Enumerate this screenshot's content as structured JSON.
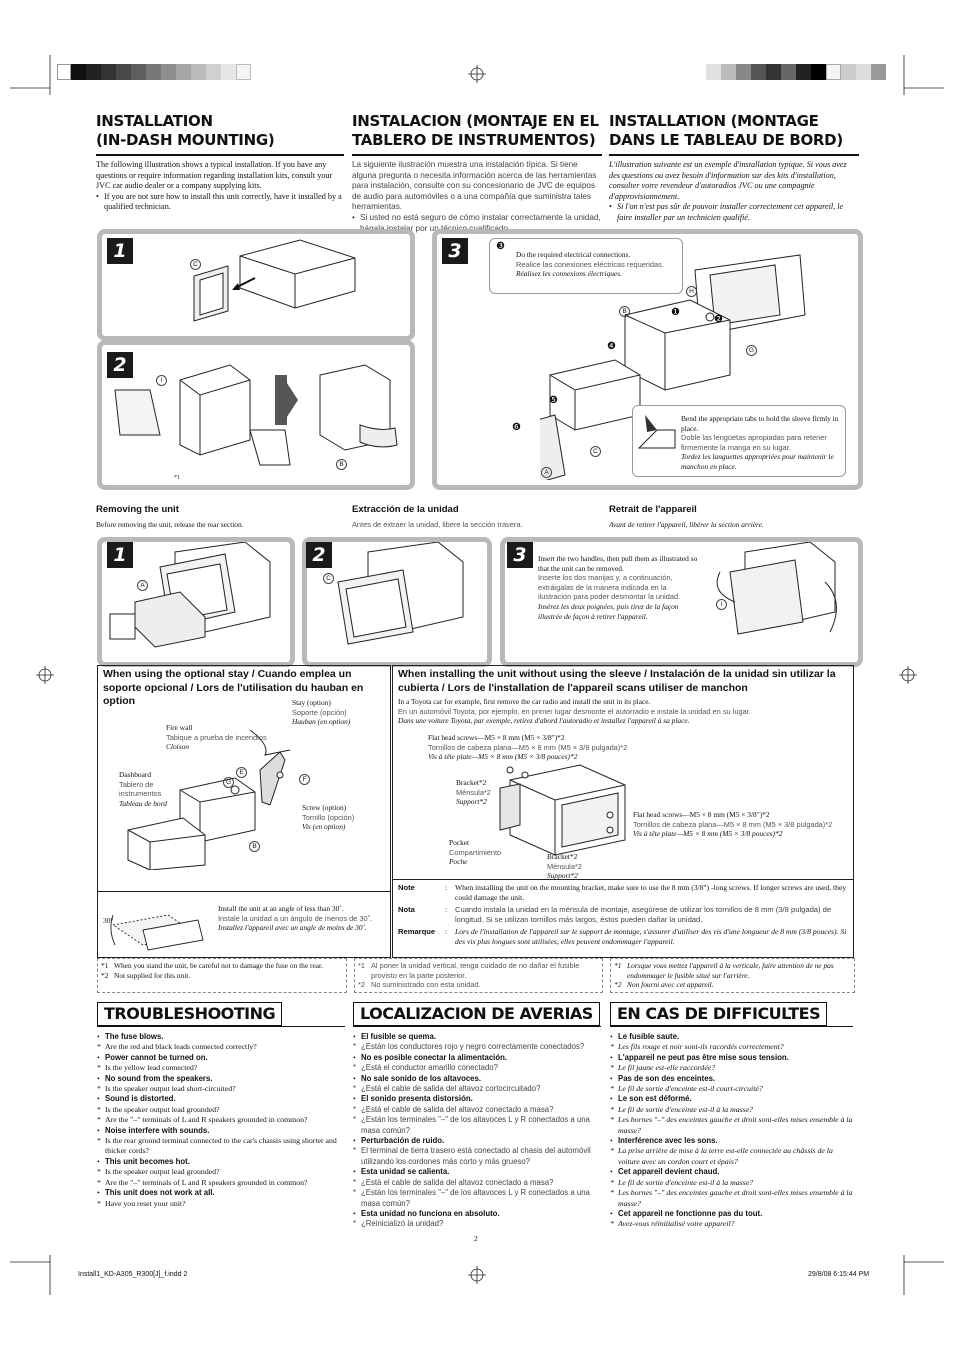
{
  "header": {
    "col1": "INSTALLATION\n(IN-DASH MOUNTING)",
    "col2": "INSTALACION (MONTAJE EN EL\nTABLERO DE INSTRUMENTOS)",
    "col3": "INSTALLATION (MONTAGE\nDANS LE TABLEAU DE BORD)"
  },
  "intro": {
    "en": "The following illustration shows a typical installation. If you have any questions or require information regarding installation kits, consult your JVC car audio dealer or a company supplying kits.",
    "en_b": "If you are not sure how to install this unit correctly, have it installed by a qualified technician.",
    "es": "La siguiente ilustración muestra una instalación típica. Si tiene alguna pregunta o necesita información acerca de las herramientas para instalación, consulte con su concesionario de JVC de equipos de audio para automóviles o a una compañía que suministra tales herramientas.",
    "es_b": "Si usted no está seguro de cómo instalar correctamente la unidad, hágala instalar por un técnico cualificado.",
    "fr": "L'illustration suivante est un exemple d'installation typique. Si vous avez des questions ou avez besoin d'information sur des kits d'installation, consulter votre revendeur d'autoradios JVC ou une compagnie d'approvisionnement.",
    "fr_b": "Si l'on n'est pas sûr de pouvoir installer correctement cet appareil, le faire installer par un technicien qualifié."
  },
  "steps": {
    "s1": "1",
    "s2": "2",
    "s3": "3"
  },
  "install3": {
    "marker": "❸",
    "en": "Do the required electrical connections.",
    "es": "Realice las conexiones eléctricas requeridas.",
    "fr": "Réalisez les connexions électriques.",
    "n1": "❶",
    "n2": "❷",
    "n4": "❹",
    "n5": "❺",
    "n6": "❻"
  },
  "bend": {
    "en": "Bend the appropriate tabs to hold the sleeve firmly in place.",
    "es": "Doble las lengüetas apropiadas para retener firmemente la manga en su lugar.",
    "fr": "Tordez les languettes appropriées pour maintenir le manchon en place."
  },
  "letters": {
    "A": "A",
    "B": "B",
    "C": "C",
    "E": "E",
    "F": "F",
    "G": "G",
    "H": "H",
    "I": "I"
  },
  "removing": {
    "en_h": "Removing the unit",
    "en": "Before removing the unit, release the rear section.",
    "es_h": "Extracción de la unidad",
    "es": "Antes de extraer la unidad, libere la sección trasera.",
    "fr_h": "Retrait de l'appareil",
    "fr": "Avant de retirer l'appareil, libérer la section arrière."
  },
  "handles": {
    "en": "Insert the two handles, then pull them as illustrated so that the unit can be removed.",
    "es": "Inserte los dos manijas y, a continuación, extráigalas de la manera indicada en la ilustración para poder desmontar la unidad.",
    "fr": "Insérez les deux poignées, puis tirez de la façon illustrée de façon à retirer l'appareil."
  },
  "stay": {
    "heading": "When using the optional stay / Cuando emplea un soporte opcional / Lors de l'utilisation du hauban en option",
    "fire_en": "Fire wall",
    "fire_es": "Tabique a prueba de incendios",
    "fire_fr": "Cloison",
    "stay_en": "Stay (option)",
    "stay_es": "Soporte (opción)",
    "stay_fr": "Hauban (en option)",
    "dash_en": "Dashboard",
    "dash_es": "Tablero de instrumentos",
    "dash_fr": "Tableau de bord",
    "screw_en": "Screw (option)",
    "screw_es": "Tornillo (opción)",
    "screw_fr": "Vis (en option)",
    "angle": "30°",
    "angle_en": "Install the unit at an angle of less than 30˚.",
    "angle_es": "Instale la unidad a un ángulo de menos de 30˚.",
    "angle_fr": "Installez l'appareil avec un angle de moins de 30˚."
  },
  "nosleeve": {
    "heading": "When installing the unit without using the sleeve / Instalación de la unidad sin utilizar la cubierta / Lors de l'installation de l'appareil scans utiliser de manchon",
    "en": "In a Toyota car for example, first remove the car radio and install the unit in its place.",
    "es": "En un automóvil Toyota, por ejemplo, en primer lugar desmonte el autorradio e instale la unidad en su lugar.",
    "fr": "Dans une voiture Toyota, par exemple, retirez d'abord l'autoradio et installez l'appareil à sa place.",
    "fh1_en": "Flat head screws—M5 × 8 mm (M5 × 3/8\")*2",
    "fh1_es": "Tornillos de cabeza plana—M5 × 8 mm (M5 × 3/8 pulgada)*2",
    "fh1_fr": "Vis à tête plate—M5 × 8 mm (M5 × 3/8 pouces)*2",
    "br1_en": "Bracket*2",
    "br1_es": "Ménsula*2",
    "br1_fr": "Support*2",
    "pk_en": "Pocket",
    "pk_es": "Compartimiento",
    "pk_fr": "Poche",
    "br2_en": "Bracket*2",
    "br2_es": "Ménsula*2",
    "br2_fr": "Support*2",
    "fh2_en": "Flat head screws—M5 × 8 mm (M5 × 3/8\")*2",
    "fh2_es": "Tornillos de cabeza plana—M5 × 8 mm (M5 × 3/8 pulgada)*2",
    "fh2_fr": "Vis à tête plate—M5 × 8 mm (M5 × 3/8 pouces)*2",
    "note_l": "Note",
    "note": "When installing the unit on the mounting bracket, make sure to use the 8 mm (3/8\") -long screws. If longer screws are used, they could damage the unit.",
    "nota_l": "Nota",
    "nota": "Cuando instala la unidad en la ménsula de montaje, asegúrese de utilizar los tornillos de 8 mm (3/8 pulgada) de longitud. Si se utilizan tornillos más largos, éstos pueden dañar la unidad.",
    "rem_l": "Remarque",
    "rem": "Lors de l'installation de l'appareil sur le support de montage, s'assurer d'utiliser des vis d'une longueur de 8 mm (3/8 pouces). Si des vis plus longues sont utilisées, elles peuvent endommager l'appareil.",
    "colon": ":"
  },
  "foot": {
    "en1m": "*1",
    "en1": "When you stand the unit, be careful not to damage the fuse on the rear.",
    "en2m": "*2",
    "en2": "Not supplied for this unit.",
    "es1m": "*1",
    "es1": "Al poner la unidad vertical, tenga cuidado de no dañar el fusible provisto en la parte posterior.",
    "es2m": "*2",
    "es2": "No suministrado con esta unidad.",
    "fr1m": "*1",
    "fr1": "Lorsque vous mettez l'appareil à la verticale, faire attention de ne pas endommager le fusible situé sur l'arrière.",
    "fr2m": "*2",
    "fr2": "Non fourni avec cet appareil.",
    "fusemark": "*1"
  },
  "troubleshooting": {
    "en_title": "TROUBLESHOOTING",
    "es_title": "LOCALIZACION DE AVERIAS",
    "fr_title": "EN CAS DE DIFFICULTES",
    "en": [
      {
        "q": "The fuse blows.",
        "a": [
          "Are the red and black leads connected correctly?"
        ]
      },
      {
        "q": "Power cannot be turned on.",
        "a": [
          "Is the yellow lead connected?"
        ]
      },
      {
        "q": "No sound from the speakers.",
        "a": [
          "Is the speaker output lead short-circuited?"
        ]
      },
      {
        "q": "Sound is distorted.",
        "a": [
          "Is the speaker output lead grounded?",
          "Are the \"–\" terminals of L and R speakers grounded in common?"
        ]
      },
      {
        "q": "Noise interfere with sounds.",
        "a": [
          "Is the rear ground terminal connected to the car's chassis using shorter and thicker cords?"
        ]
      },
      {
        "q": "This unit becomes hot.",
        "a": [
          "Is the speaker output lead grounded?",
          "Are the \"–\" terminals of L and R speakers grounded in common?"
        ]
      },
      {
        "q": "This unit does not work at all.",
        "a": [
          "Have you reset your unit?"
        ]
      }
    ],
    "es": [
      {
        "q": "El fusible se quema.",
        "a": [
          "¿Están los conductores rojo y negro correctamente conectados?"
        ]
      },
      {
        "q": "No es posible conectar la alimentación.",
        "a": [
          "¿Está el conductor amarillo conectado?"
        ]
      },
      {
        "q": "No sale sonido de los altavoces.",
        "a": [
          "¿Está el cable de salida del altavoz cortocircuitado?"
        ]
      },
      {
        "q": "El sonido presenta distorsión.",
        "a": [
          "¿Está el cable de salida del altavoz conectado a masa?",
          "¿Están los terminales \"–\" de los altavoces L y R conectados a una masa común?"
        ]
      },
      {
        "q": "Perturbación de ruido.",
        "a": [
          "El terminal de tierra trasero está conectado al chasis del automóvil utilizando los cordones más corto y más grueso?"
        ]
      },
      {
        "q": "Esta unidad se calienta.",
        "a": [
          "¿Está el cable de salida del altavoz conectado a masa?",
          "¿Están los terminales \"–\" de los altavoces L y R conectados a una masa común?"
        ]
      },
      {
        "q": "Esta unidad no funciona en absoluto.",
        "a": [
          "¿Reinicializó la unidad?"
        ]
      }
    ],
    "fr": [
      {
        "q": "Le fusible saute.",
        "a": [
          "Les fils rouge et noir sont-ils racordés correctement?"
        ]
      },
      {
        "q": "L'appareil ne peut pas être mise sous tension.",
        "a": [
          "Le fil jaune est-elle raccordée?"
        ]
      },
      {
        "q": "Pas de son des enceintes.",
        "a": [
          "Le fil de sortie d'enceinte est-il court-circuité?"
        ]
      },
      {
        "q": "Le son est déformé.",
        "a": [
          "Le fil de sortie d'enceinte est-il à la masse?",
          "Les bornes \"–\" des enceintes gauche et droit sont-elles mises ensemble à la masse?"
        ]
      },
      {
        "q": "Interférence avec les sons.",
        "a": [
          "La prise arrière de mise à la terre est-elle connectée au châssis de la voiture avec un cordon court et épais?"
        ]
      },
      {
        "q": "Cet appareil devient chaud.",
        "a": [
          "Le fil de sortie d'enceinte est-il à la masse?",
          "Les bornes \"–\" des enceintes gauche et droit sont-elles mises ensemble à la masse?"
        ]
      },
      {
        "q": "Cet appareil ne fonctionne pas du tout.",
        "a": [
          "Avez-vous réinitialisé votre appareil?"
        ]
      }
    ]
  },
  "page_number": "2",
  "slug_left": "Install1_KD-A305_R300[J]_f.indd  2",
  "slug_right": "29/8/08   6:15:44 PM",
  "colors": {
    "panel_border": "#b9b9b9",
    "step_bg": "#1a1a1a",
    "text": "#111111"
  }
}
